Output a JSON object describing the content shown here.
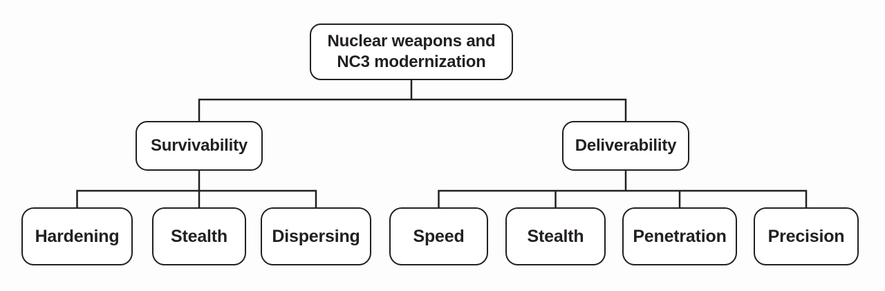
{
  "diagram": {
    "type": "org-tree",
    "colors": {
      "ink": "#231f20",
      "box_background": "#ffffff",
      "page_background": "#fdfdfd"
    },
    "tree": {
      "root": {
        "id": "root",
        "label": "Nuclear weapons and\nNC3 modernization"
      },
      "level1": [
        {
          "id": "survivability",
          "parent": "root",
          "label": "Survivability"
        },
        {
          "id": "deliverability",
          "parent": "root",
          "label": "Deliverability"
        }
      ],
      "leaves": [
        {
          "id": "hardening",
          "parent": "survivability",
          "label": "Hardening"
        },
        {
          "id": "stealth-survivability",
          "parent": "survivability",
          "label": "Stealth"
        },
        {
          "id": "dispersing",
          "parent": "survivability",
          "label": "Dispersing"
        },
        {
          "id": "speed",
          "parent": "deliverability",
          "label": "Speed"
        },
        {
          "id": "stealth-deliverability",
          "parent": "deliverability",
          "label": "Stealth"
        },
        {
          "id": "penetration",
          "parent": "deliverability",
          "label": "Penetration"
        },
        {
          "id": "precision",
          "parent": "deliverability",
          "label": "Precision"
        }
      ]
    }
  }
}
